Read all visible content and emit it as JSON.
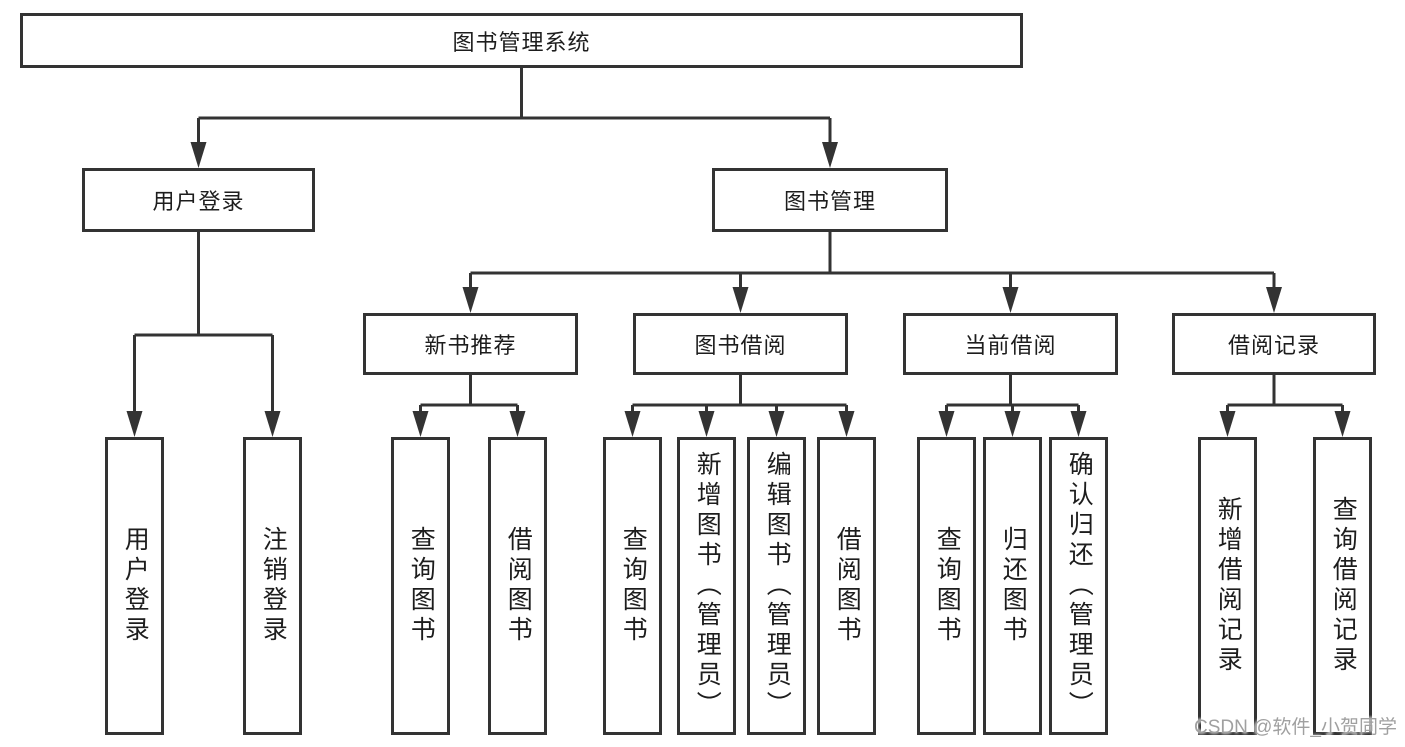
{
  "colors": {
    "line": "#333333",
    "text": "#1d1d1d",
    "background": "#ffffff",
    "watermark": "#a0a0a0"
  },
  "watermark": {
    "text": "CSDN @软件_小贺同学"
  },
  "tree": {
    "root": {
      "label": "图书管理系统",
      "children": [
        {
          "label": "用户登录",
          "children": [
            {
              "label": "用户登录"
            },
            {
              "label": "注销登录"
            }
          ]
        },
        {
          "label": "图书管理",
          "children": [
            {
              "label": "新书推荐",
              "children": [
                {
                  "label": "查询图书"
                },
                {
                  "label": "借阅图书"
                }
              ]
            },
            {
              "label": "图书借阅",
              "children": [
                {
                  "label": "查询图书"
                },
                {
                  "label": "新增图书（管理员）"
                },
                {
                  "label": "编辑图书（管理员）"
                },
                {
                  "label": "借阅图书"
                }
              ]
            },
            {
              "label": "当前借阅",
              "children": [
                {
                  "label": "查询图书"
                },
                {
                  "label": "归还图书"
                },
                {
                  "label": "确认归还（管理员）"
                }
              ]
            },
            {
              "label": "借阅记录",
              "children": [
                {
                  "label": "新增借阅记录"
                },
                {
                  "label": "查询借阅记录"
                }
              ]
            }
          ]
        }
      ]
    }
  }
}
